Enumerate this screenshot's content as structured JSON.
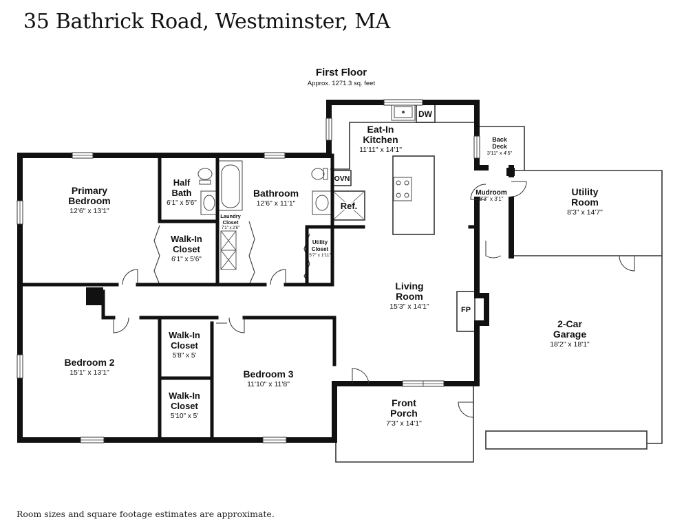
{
  "header": {
    "address": "35 Bathrick Road, Westminster, MA"
  },
  "floor": {
    "name": "First Floor",
    "area": "Approx. 1271.3 sq. feet"
  },
  "rooms": {
    "primary_bedroom": {
      "name": [
        "Primary",
        "Bedroom"
      ],
      "dims": "12'6\" x 13'1\""
    },
    "half_bath": {
      "name": [
        "Half",
        "Bath"
      ],
      "dims": "6'1\" x 5'6\""
    },
    "wic_primary": {
      "name": [
        "Walk-In",
        "Closet"
      ],
      "dims": "6'1\" x 5'6\""
    },
    "bathroom": {
      "name": [
        "Bathroom"
      ],
      "dims": "12'6\" x 11'1\""
    },
    "laundry_closet": {
      "name": [
        "Laundry",
        "Closet"
      ],
      "dims": "7'1\" x 2'6\""
    },
    "utility_closet": {
      "name": [
        "Utility",
        "Closet"
      ],
      "dims": "5'7\" x 1'11\""
    },
    "kitchen": {
      "name": [
        "Eat-In",
        "Kitchen"
      ],
      "dims": "11'11\" x 14'1\""
    },
    "back_deck": {
      "name": [
        "Back",
        "Deck"
      ],
      "dims": "3'11\" x 4'5\""
    },
    "mudroom": {
      "name": [
        "Mudroom"
      ],
      "dims": "8'3\" x 3'1\""
    },
    "utility_room": {
      "name": [
        "Utility",
        "Room"
      ],
      "dims": "8'3\" x 14'7\""
    },
    "living_room": {
      "name": [
        "Living",
        "Room"
      ],
      "dims": "15'3\" x 14'1\""
    },
    "garage": {
      "name": [
        "2-Car",
        "Garage"
      ],
      "dims": "18'2\" x 18'1\""
    },
    "bedroom2": {
      "name": [
        "Bedroom 2"
      ],
      "dims": "15'1\" x 13'1\""
    },
    "wic_b3_upper": {
      "name": [
        "Walk-In",
        "Closet"
      ],
      "dims": "5'8\" x 5'"
    },
    "wic_b3_lower": {
      "name": [
        "Walk-In",
        "Closet"
      ],
      "dims": "5'10\" x 5'"
    },
    "bedroom3": {
      "name": [
        "Bedroom 3"
      ],
      "dims": "11'10\" x 11'8\""
    },
    "front_porch": {
      "name": [
        "Front",
        "Porch"
      ],
      "dims": "7'3\" x 14'1\""
    }
  },
  "fixtures": {
    "dishwasher": "DW",
    "oven": "OVN",
    "refrigerator": "Ref.",
    "fireplace": "FP"
  },
  "footer": {
    "disclaimer": "Room sizes and square footage estimates are approximate."
  }
}
